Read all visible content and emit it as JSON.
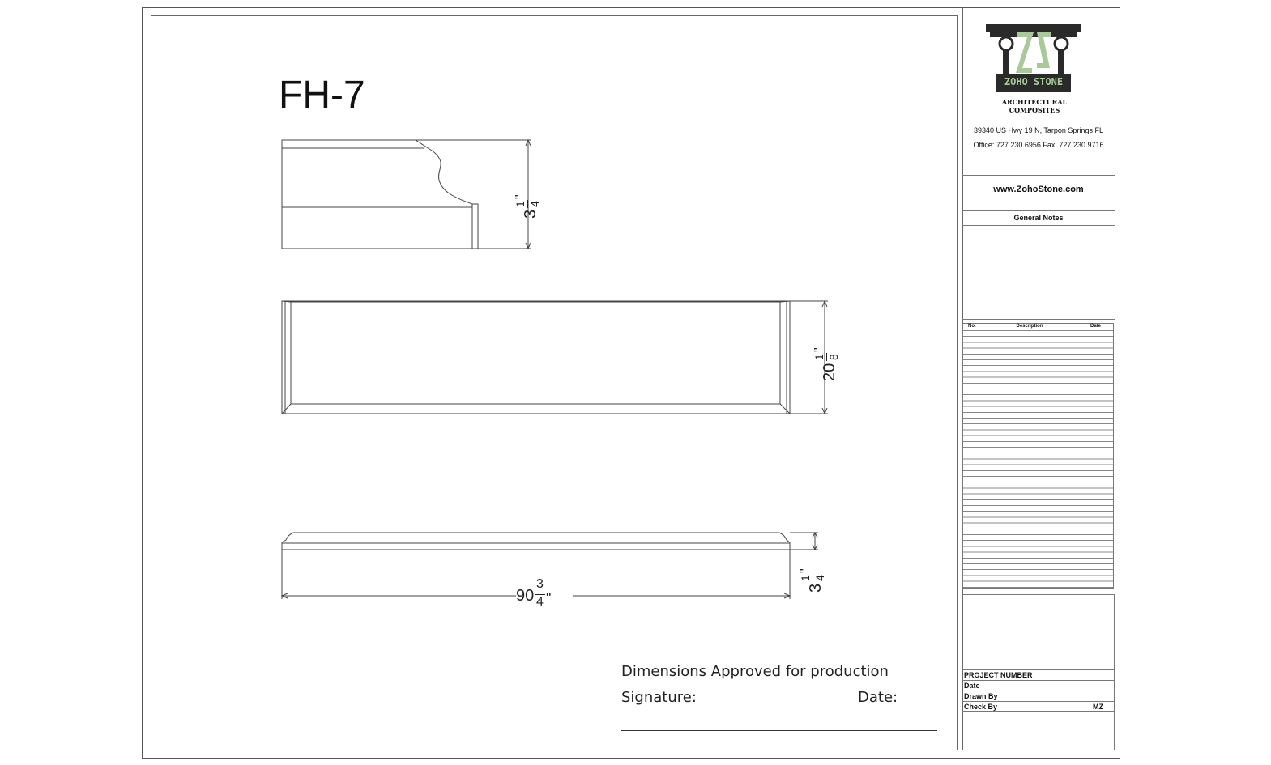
{
  "drawing": {
    "title": "FH-7",
    "profile_view": {
      "dim_whole": "3",
      "dim_num": "1",
      "dim_den": "4",
      "dim_unit": "\""
    },
    "top_view": {
      "dim_whole": "20",
      "dim_num": "1",
      "dim_den": "8",
      "dim_unit": "\""
    },
    "front_view": {
      "height_whole": "3",
      "height_num": "1",
      "height_den": "4",
      "height_unit": "\"",
      "length_whole": "90",
      "length_num": "3",
      "length_den": "4",
      "length_unit": "\""
    }
  },
  "approval": {
    "heading": "Dimensions Approved for production",
    "signature_label": "Signature:",
    "date_label": "Date:"
  },
  "company": {
    "logo_top": "ZS",
    "logo_name": "ZOHO STONE",
    "tagline": "ARCHITECTURAL COMPOSITES",
    "address": "39340 US Hwy 19 N, Tarpon Springs  FL",
    "phone": "Office: 727.230.6956    Fax: 727.230.9716",
    "website": "www.ZohoStone.com",
    "colors": {
      "logo_dark": "#2a2a2a",
      "logo_green": "#a9c99a"
    }
  },
  "notes": {
    "heading": "General Notes"
  },
  "revisions": {
    "col_no": "No.",
    "col_description": "Description",
    "col_date": "Date"
  },
  "project": {
    "project_number_label": "PROJECT NUMBER",
    "date_label": "Date",
    "drawn_by_label": "Drawn By",
    "check_by_label": "Check By",
    "check_by_value": "MZ"
  }
}
